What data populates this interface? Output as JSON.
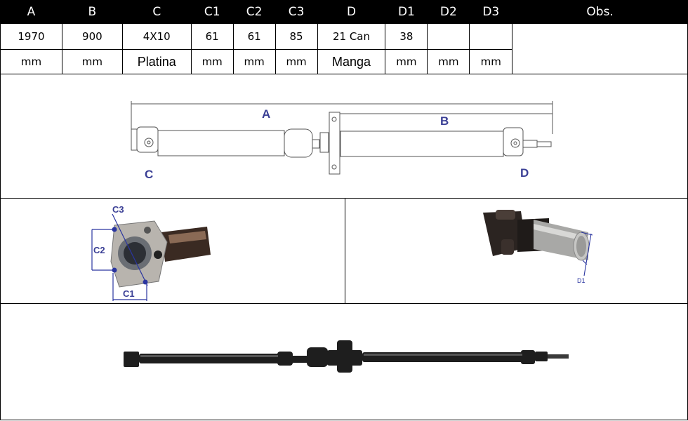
{
  "table": {
    "headers": [
      "A",
      "B",
      "C",
      "C1",
      "C2",
      "C3",
      "D",
      "D1",
      "D2",
      "D3",
      "Obs."
    ],
    "values": [
      "1970",
      "900",
      "4X10",
      "61",
      "61",
      "85",
      "21 Can",
      "38",
      "",
      "",
      ""
    ],
    "units": [
      "mm",
      "mm",
      "Platina",
      "mm",
      "mm",
      "mm",
      "Manga",
      "mm",
      "mm",
      "mm",
      ""
    ]
  },
  "diagram": {
    "labels": {
      "a": "A",
      "b": "B",
      "c": "C",
      "d": "D"
    }
  },
  "flange_detail": {
    "labels": {
      "c1": "C1",
      "c2": "C2",
      "c3": "C3"
    }
  },
  "sleeve_detail": {
    "labels": {
      "d1": "D1"
    }
  },
  "colors": {
    "label_blue": "#3a3f95",
    "header_bg": "#000000",
    "header_text": "#ffffff"
  }
}
